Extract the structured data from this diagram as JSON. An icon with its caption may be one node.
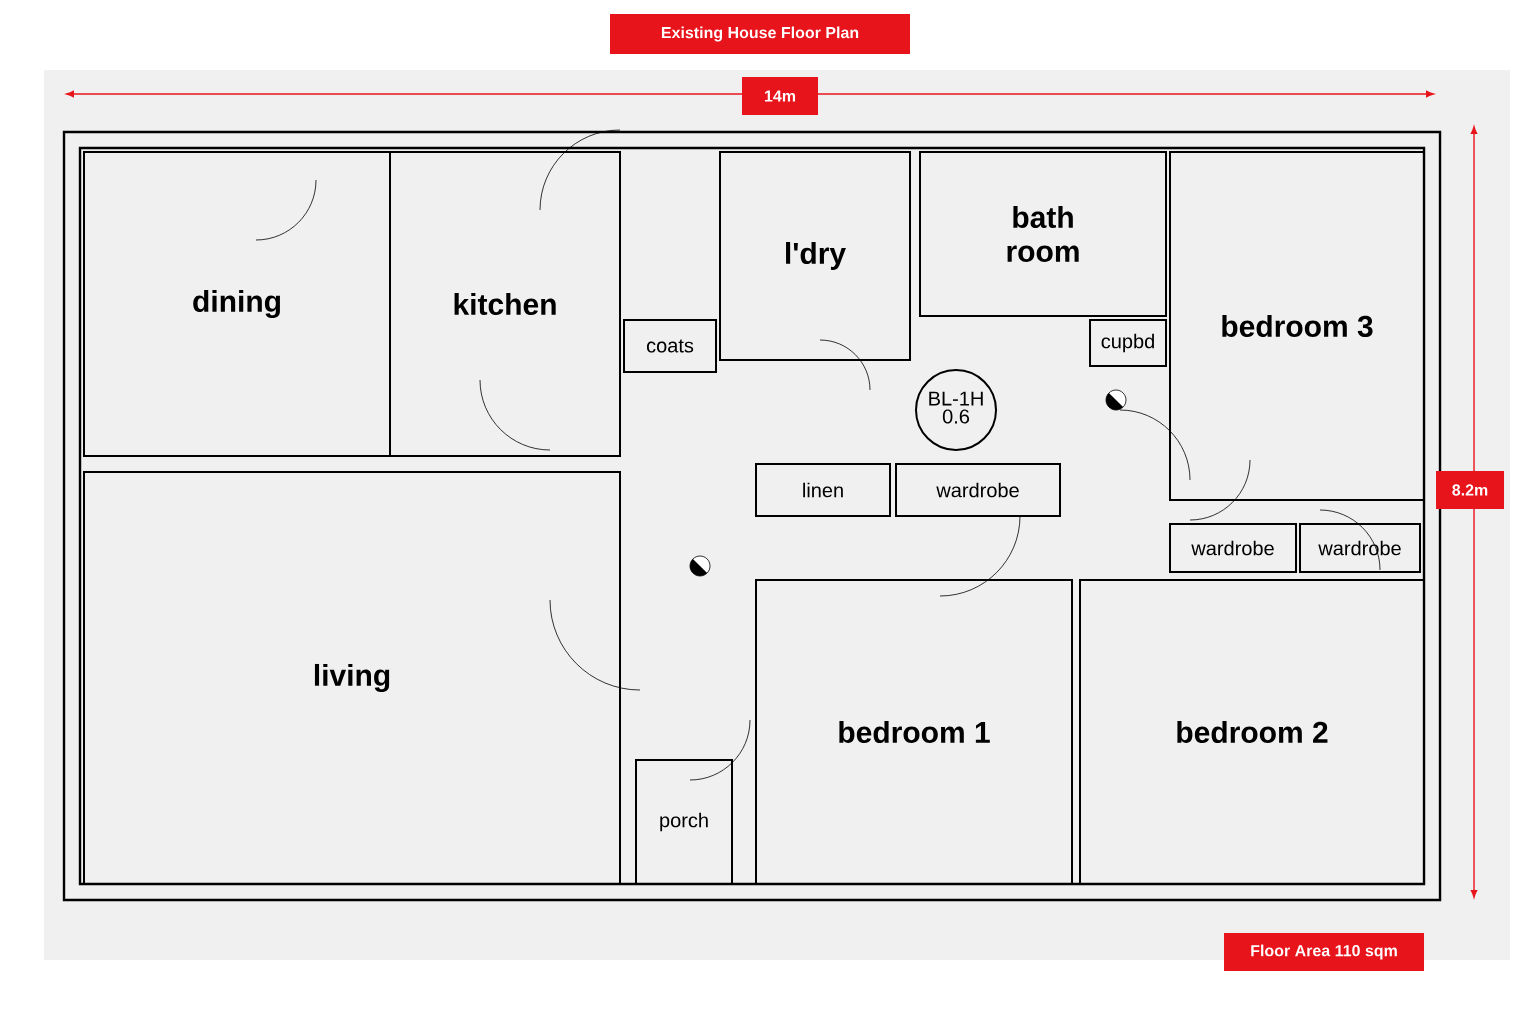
{
  "diagram": {
    "title": "Existing House Floor Plan",
    "nodes": [
      {
        "text": [
          "dining"
        ]
      },
      {
        "text": [
          "kitchen"
        ]
      },
      {
        "text": [
          "coats"
        ]
      },
      {
        "text": [
          "l'dry"
        ]
      },
      {
        "text": [
          "bath room"
        ]
      },
      {
        "text": [
          "cupbd"
        ]
      },
      {
        "text": [
          "bedroom 3"
        ]
      },
      {
        "text": [
          "BL-1H",
          "0.6"
        ]
      },
      {
        "text": [
          "linen"
        ]
      },
      {
        "text": [
          "wardrobe"
        ]
      },
      {
        "text": [
          "wardrobe"
        ]
      },
      {
        "text": [
          "wardrobe"
        ]
      },
      {
        "text": [
          "living"
        ]
      },
      {
        "text": [
          "bedroom 1"
        ]
      },
      {
        "text": [
          "bedroom 2"
        ]
      },
      {
        "text": [
          "porch"
        ]
      }
    ],
    "labels": [
      "14m",
      "8.2m",
      "Floor Area 110 sqm"
    ]
  }
}
